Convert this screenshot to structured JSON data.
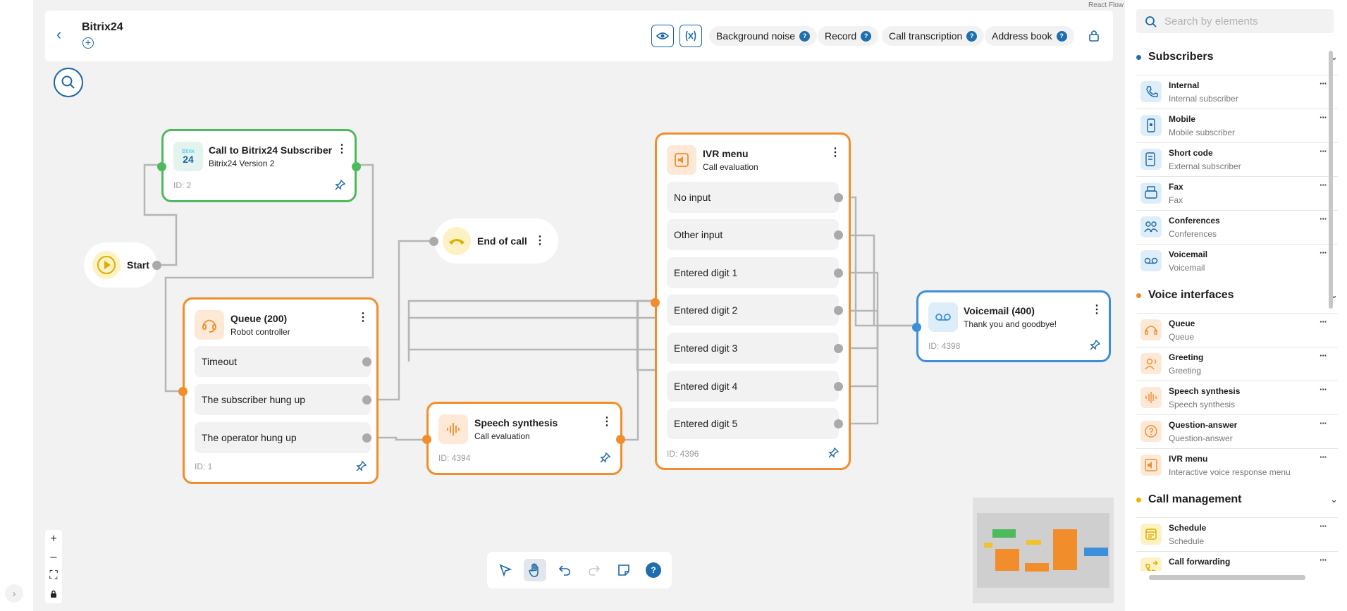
{
  "app": {
    "attribution": "React Flow",
    "title": "Bitrix24"
  },
  "header": {
    "pills": [
      {
        "label": "Background noise",
        "help": "?"
      },
      {
        "label": "Record",
        "help": "?"
      },
      {
        "label": "Call transcription",
        "help": "?"
      },
      {
        "label": "Address book",
        "help": "?"
      }
    ]
  },
  "nodes": {
    "call": {
      "title": "Call to Bitrix24 Subscriber",
      "subtitle": "Bitrix24 Version 2",
      "id": "ID: 2",
      "logo_top": "Bitrix",
      "logo_bottom": "24"
    },
    "start": {
      "label": "Start"
    },
    "end": {
      "label": "End of call"
    },
    "queue": {
      "title": "Queue (200)",
      "subtitle": "Robot controller",
      "id": "ID: 1",
      "rows": [
        "Timeout",
        "The subscriber hung up",
        "The operator hung up"
      ]
    },
    "speech": {
      "title": "Speech synthesis",
      "subtitle": "Call evaluation",
      "id": "ID: 4394"
    },
    "ivr": {
      "title": "IVR menu",
      "subtitle": "Call evaluation",
      "id": "ID: 4396",
      "rows": [
        "No input",
        "Other input",
        "Entered digit 1",
        "Entered digit 2",
        "Entered digit 3",
        "Entered digit 4",
        "Entered digit 5"
      ]
    },
    "voicemail": {
      "title": "Voicemail (400)",
      "subtitle": "Thank you and goodbye!",
      "id": "ID: 4398"
    }
  },
  "toolbar": {
    "help": "?"
  },
  "sidebar": {
    "search_placeholder": "Search by elements",
    "sections": [
      {
        "title": "Subscribers",
        "color": "#1f6fb0",
        "items": [
          {
            "title": "Internal",
            "sub": "Internal subscriber"
          },
          {
            "title": "Mobile",
            "sub": "Mobile subscriber"
          },
          {
            "title": "Short code",
            "sub": "External subscriber"
          },
          {
            "title": "Fax",
            "sub": "Fax"
          },
          {
            "title": "Conferences",
            "sub": "Conferences"
          },
          {
            "title": "Voicemail",
            "sub": "Voicemail"
          }
        ]
      },
      {
        "title": "Voice interfaces",
        "color": "#f28d2b",
        "items": [
          {
            "title": "Queue",
            "sub": "Queue"
          },
          {
            "title": "Greeting",
            "sub": "Greeting"
          },
          {
            "title": "Speech synthesis",
            "sub": "Speech synthesis"
          },
          {
            "title": "Question-answer",
            "sub": "Question-answer"
          },
          {
            "title": "IVR menu",
            "sub": "Interactive voice response menu"
          }
        ]
      },
      {
        "title": "Call management",
        "color": "#f2b300",
        "items": [
          {
            "title": "Schedule",
            "sub": "Schedule"
          },
          {
            "title": "Call forwarding",
            "sub": ""
          }
        ]
      }
    ]
  },
  "colors": {
    "accent": "#1a66a8",
    "green": "#4cba5d",
    "orange": "#f28d2b",
    "blue": "#3d8fdc",
    "yellow": "#f2c12e"
  }
}
